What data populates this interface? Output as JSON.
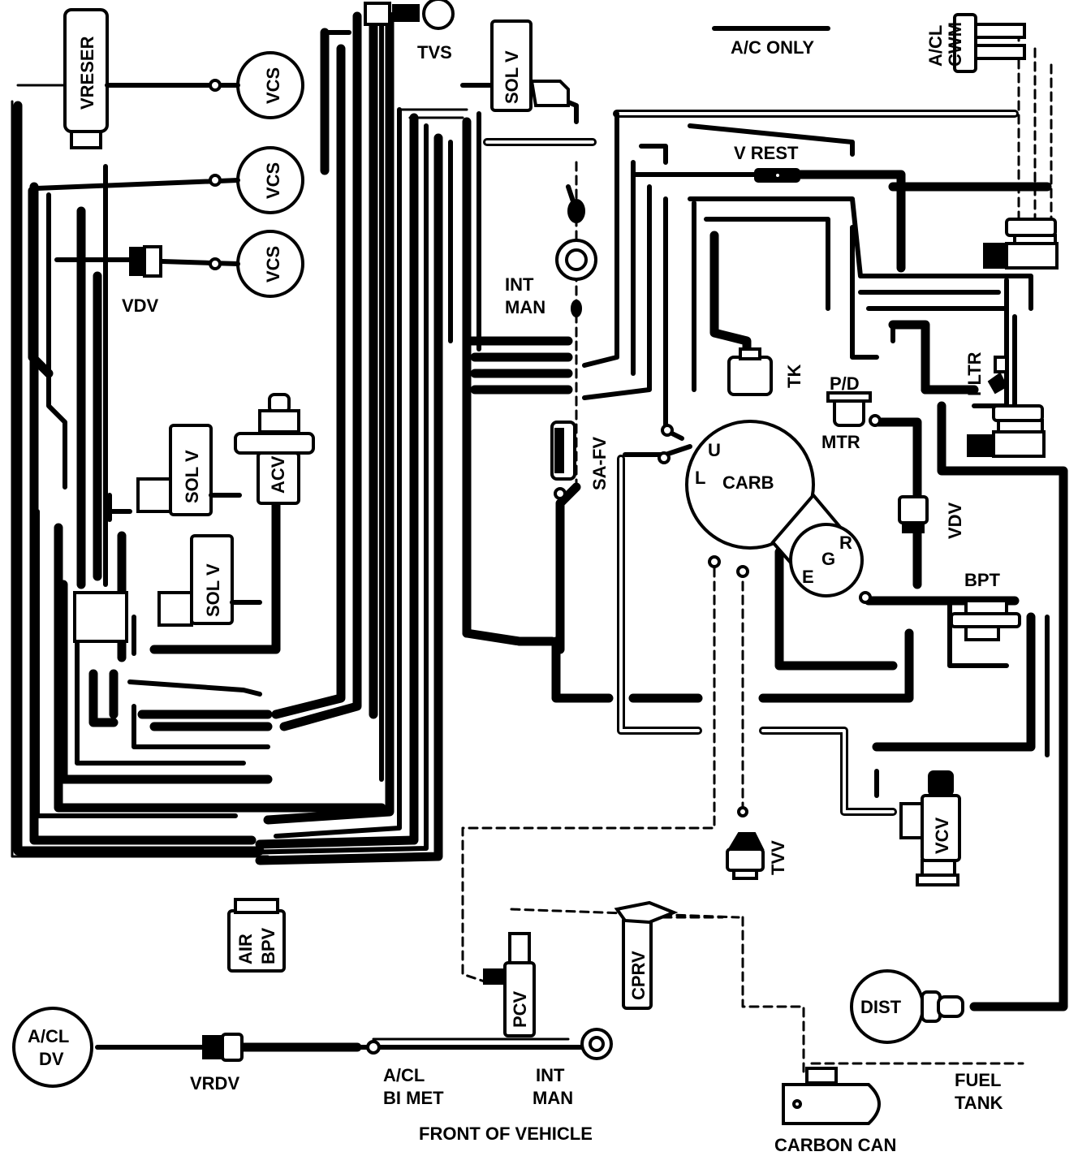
{
  "labels": {
    "vreser": "VRESER",
    "vcs": "VCS",
    "vdv": "VDV",
    "tvs": "TVS",
    "sol_v": "SOL V",
    "ac_only": "A/C ONLY",
    "acl_cwm_1": "A/CL",
    "acl_cwm_2": "CWM",
    "v_rest": "V REST",
    "vcv": "VCV",
    "int_1": "INT",
    "man": "MAN",
    "tk": "TK",
    "pd": "P/D",
    "mtr": "MTR",
    "fltr": "FLTR",
    "sa_fv": "SA-FV",
    "carb": "CARB",
    "u": "U",
    "l": "L",
    "e": "E",
    "g": "G",
    "r": "R",
    "bpt": "BPT",
    "acv": "ACV",
    "tvv": "TVV",
    "air": "AIR",
    "bpv": "BPV",
    "pcv": "PCV",
    "cprv": "CPRV",
    "dist": "DIST",
    "acl_dv_1": "A/CL",
    "dv": "DV",
    "vrdv": "VRDV",
    "acl_bimet_1": "A/CL",
    "bimet": "BI MET",
    "fuel": "FUEL",
    "tank": "TANK",
    "carbon_can": "CARBON CAN",
    "front_of_vehicle": "FRONT OF VEHICLE"
  },
  "colors": {
    "ink": "#000000",
    "paper": "#ffffff"
  }
}
